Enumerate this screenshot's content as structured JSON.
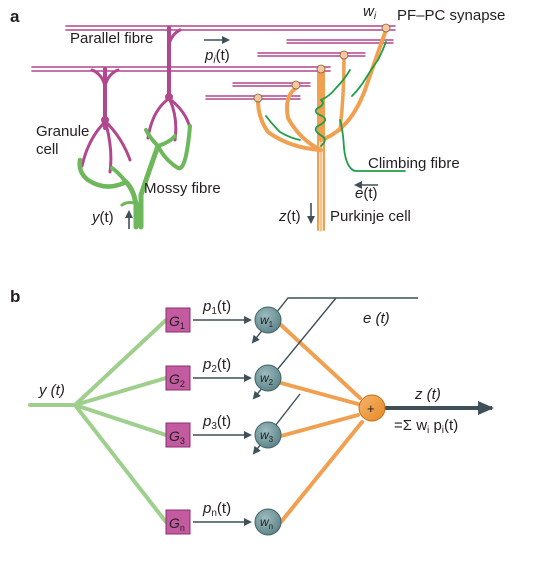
{
  "panel_a": {
    "label": "a",
    "parallel_fibre": "Parallel fibre",
    "pf_pc_synapse": "PF–PC synapse",
    "weight": "w",
    "weight_sub": "i",
    "pf_signal": "p",
    "pf_signal_sub": "i",
    "pf_signal_arg": "(t)",
    "granule_cell_line1": "Granule",
    "granule_cell_line2": "cell",
    "mossy_fibre": "Mossy fibre",
    "climbing_fibre": "Climbing fibre",
    "error_signal": "e",
    "error_signal_arg": "(t)",
    "input_signal": "y",
    "input_signal_arg": "(t)",
    "output_signal": "z",
    "output_signal_arg": "(t)",
    "purkinje_cell": "Purkinje cell"
  },
  "panel_b": {
    "label": "b",
    "input": "y (t)",
    "error": "e (t)",
    "output": "z (t)",
    "output_formula_prefix": "=Σ w",
    "output_formula_sub": "i",
    "output_formula_mid": " p",
    "output_formula_sub2": "i",
    "output_formula_suffix": "(t)",
    "sum_symbol": "+",
    "filters": [
      {
        "g": "G",
        "g_sub": "1",
        "p": "p",
        "p_sub": "1",
        "arg": "(t)",
        "w": "w",
        "w_sub": "1"
      },
      {
        "g": "G",
        "g_sub": "2",
        "p": "p",
        "p_sub": "2",
        "arg": "(t)",
        "w": "w",
        "w_sub": "2"
      },
      {
        "g": "G",
        "g_sub": "3",
        "p": "p",
        "p_sub": "3",
        "arg": "(t)",
        "w": "w",
        "w_sub": "3"
      },
      {
        "g": "G",
        "g_sub": "n",
        "p": "p",
        "p_sub": "n",
        "arg": "(t)",
        "w": "w",
        "w_sub": "n"
      }
    ]
  },
  "colors": {
    "magenta": "#b2478e",
    "magenta_box": "#c45aa0",
    "green": "#6db85a",
    "green_light": "#9fcf8d",
    "orange": "#f0a050",
    "orange_dark": "#e28a2c",
    "teal": "#6f969b",
    "teal_dark": "#3f6468",
    "dark": "#3f5058",
    "climbing": "#1f9e4a"
  }
}
